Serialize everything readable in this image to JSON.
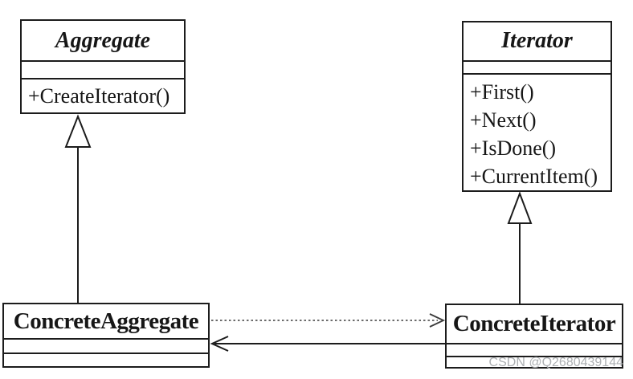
{
  "diagram": {
    "kind": "uml-class-diagram",
    "pattern": "Iterator",
    "watermark": "CSDN @Q2680439144",
    "colors": {
      "background": "#ffffff",
      "line": "#1c1c1c",
      "text": "#161616",
      "watermark": "#adb0b3"
    },
    "classes": {
      "aggregate": {
        "name": "Aggregate",
        "abstract": true,
        "methods": [
          "+CreateIterator()"
        ]
      },
      "iterator": {
        "name": "Iterator",
        "abstract": true,
        "methods": [
          "+First()",
          "+Next()",
          "+IsDone()",
          "+CurrentItem()"
        ]
      },
      "concrete_aggregate": {
        "name": "ConcreteAggregate",
        "abstract": false,
        "methods": []
      },
      "concrete_iterator": {
        "name": "ConcreteIterator",
        "abstract": false,
        "methods": []
      }
    },
    "relationships": [
      {
        "type": "generalization",
        "from": "ConcreteAggregate",
        "to": "Aggregate",
        "style": "solid-hollow-triangle"
      },
      {
        "type": "generalization",
        "from": "ConcreteIterator",
        "to": "Iterator",
        "style": "solid-hollow-triangle"
      },
      {
        "type": "dependency",
        "from": "ConcreteAggregate",
        "to": "ConcreteIterator",
        "style": "dotted-open-arrow"
      },
      {
        "type": "association",
        "from": "ConcreteIterator",
        "to": "ConcreteAggregate",
        "style": "solid-open-arrow"
      }
    ]
  }
}
